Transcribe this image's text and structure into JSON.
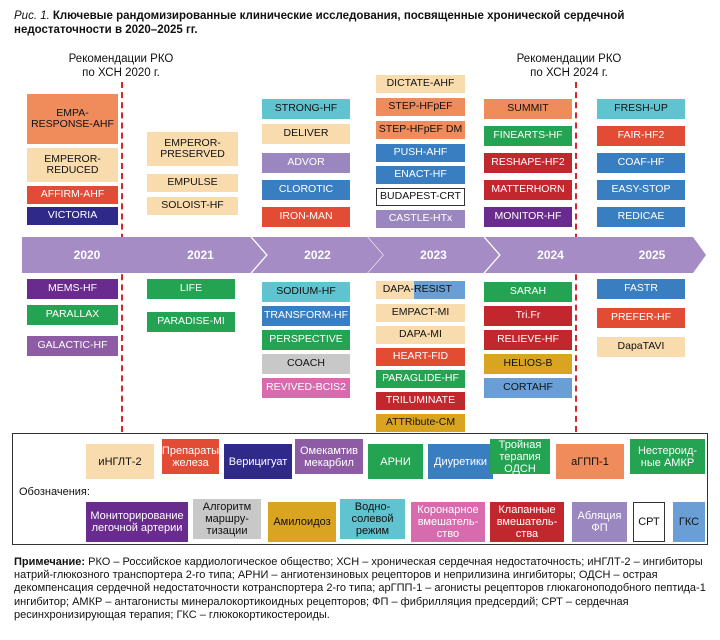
{
  "title": {
    "prefix": "Рис. 1.",
    "text": "Ключевые рандомизированные клинические исследования, посвященные хронической сердечной недостаточности в 2020–2025 гг."
  },
  "recommendations": [
    {
      "line1": "Рекомендации РКО",
      "line2": "по ХСН 2020 г."
    },
    {
      "line1": "Рекомендации РКО",
      "line2": "по ХСН 2024 г."
    }
  ],
  "colors": {
    "arrow": "#a68cc4",
    "teal": "#5fc4cf",
    "orange": "#f08b5c",
    "beige": "#f9dcae",
    "red": "#e24b34",
    "navy": "#2f2989",
    "purple": "#8e5ba5",
    "lightpurple": "#9b87c0",
    "green": "#24a352",
    "blue": "#3a7ec2",
    "gray": "#c8c8c8",
    "pink": "#d86bae",
    "crimson": "#c1272d",
    "darkpurple": "#6a2b8e",
    "mustard": "#d9a521",
    "lightblue": "#6a9fd6",
    "white": "#ffffff"
  },
  "years": [
    "2020",
    "2021",
    "2022",
    "2023",
    "2024",
    "2025"
  ],
  "top": {
    "y2020": [
      "EMPA-RESPONSE-AHF",
      "EMPEROR-REDUCED",
      "AFFIRM-AHF",
      "VICTORIA"
    ],
    "y2021": [
      "EMPEROR-PRESERVED",
      "EMPULSE",
      "SOLOIST-HF"
    ],
    "y2022": [
      "STRONG-HF",
      "DELIVER",
      "ADVOR",
      "CLOROTIC",
      "IRON-MAN"
    ],
    "y2023": [
      "DICTATE-AHF",
      "STEP-HFpEF",
      "STEP-HFpEF DM",
      "PUSH-AHF",
      "ENACT-HF",
      "BUDAPEST-CRT",
      "CASTLE-HTx"
    ],
    "y2024": [
      "SUMMIT",
      "FINEARTS-HF",
      "RESHAPE-HF2",
      "MATTERHORN",
      "MONITOR-HF"
    ],
    "y2025": [
      "FRESH-UP",
      "FAIR-HF2",
      "COAF-HF",
      "EASY-STOP",
      "REDICAE"
    ]
  },
  "bottom": {
    "y2020": [
      "MEMS-HF",
      "PARALLAX",
      "GALACTIC-HF"
    ],
    "y2021": [
      "LIFE",
      "PARADISE-MI"
    ],
    "y2022": [
      "SODIUM-HF",
      "TRANSFORM-HF",
      "PERSPECTIVE",
      "COACH",
      "REVIVED-BCIS2"
    ],
    "y2023": [
      "DAPA-RESIST",
      "EMPACT-MI",
      "DAPA-MI",
      "HEART-FID",
      "PARAGLIDE-HF",
      "TRILUMINATE",
      "ATTRibute-CM"
    ],
    "y2024": [
      "SARAH",
      "Tri.Fr",
      "RELIEVE-HF",
      "HELIOS-B",
      "CORTAHF"
    ],
    "y2025": [
      "FASTR",
      "PREFER-HF",
      "DapaTAVI"
    ]
  },
  "dapa_resist": {
    "left": "DAPA-",
    "right": "RESIST"
  },
  "legend": {
    "title": "Обозначения:",
    "row1": [
      "иНГЛТ-2",
      "Препараты железа",
      "Верицигуат",
      "Омекамтив мекарбил",
      "АРНИ",
      "Диуретики",
      "Тройная терапия ОДСН",
      "аГПП-1",
      "Нестероид-ные АМКР"
    ],
    "row2": [
      "Мониторирование легочной артерии",
      "Алгоритм маршру-тизации",
      "Амилоидоз",
      "Водно-солевой режим",
      "Коронарное вмешатель-ство",
      "Клапанные вмешатель-ства",
      "Абляция ФП",
      "СРТ",
      "ГКС"
    ]
  },
  "note": {
    "label": "Примечание:",
    "text": "РКО – Российское кардиологическое общество; ХСН – хроническая сердечная недостаточность; иНГЛТ-2 – ингибиторы натрий-глюкозного транспортера 2-го типа; АРНИ – ангиотензиновых рецепторов и неприлизина ингибиторы; ОДСН – острая декомпенсация сердечной недостаточности котранспортера 2-го типа; арГПП-1 – агонисты рецепторов глюкагоноподобного пептида-1 ингибитор; АМКР – антагонисты минералокортикоидных рецепторов; ФП – фибрилляция предсердий; СРТ – сердечная ресинхронизирующая терапия; ГКС – глюкокортикостероиды."
  }
}
